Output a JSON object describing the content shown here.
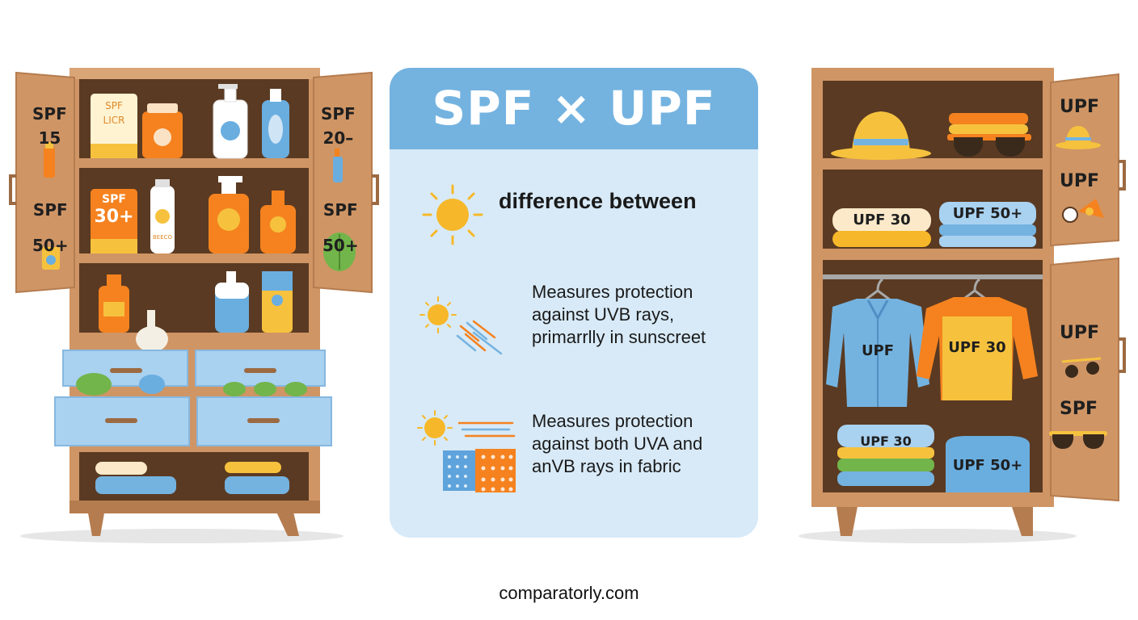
{
  "panel": {
    "title": "SPF × UPF",
    "heading": "difference between",
    "spf_desc": [
      "Measures protection",
      "against UVB rays,",
      "primarrlly in sunscreet"
    ],
    "upf_desc": [
      "Measures protection",
      "against both UVA and",
      "anVB rays in fabric"
    ]
  },
  "left_cabinet": {
    "door_left": {
      "top_label": [
        "SPF",
        "15"
      ],
      "bottom_label": [
        "SPF",
        "50+"
      ]
    },
    "door_right": {
      "top_label": [
        "SPF",
        "20–"
      ],
      "bottom_label": [
        "SPF",
        "50+"
      ]
    },
    "tube_1": [
      "SPF",
      "LICR"
    ],
    "tube_2": [
      "SPF",
      "30+"
    ],
    "bottle_label": "BEECO"
  },
  "right_cabinet": {
    "door_top_labels": [
      "UPF",
      "UPF"
    ],
    "door_bottom_labels": [
      "UPF",
      "SPF"
    ],
    "stack_left": "UPF 30",
    "stack_right": "UPF 50+",
    "shirt_blue": "UPF",
    "shirt_orange": "UPF 30",
    "folded_left": "UPF 30",
    "folded_right": "UPF 50+"
  },
  "footer": "comparatorly.com",
  "colors": {
    "wood": "#cf9565",
    "wood_dark": "#b57c4f",
    "interior": "#5a3a22",
    "panel_bg": "#d8eaf7",
    "panel_head": "#74b3e0",
    "orange": "#f5821f",
    "yellow": "#f6c23e",
    "blue": "#6aaee0",
    "drawer_blue": "#a9d1f0"
  }
}
